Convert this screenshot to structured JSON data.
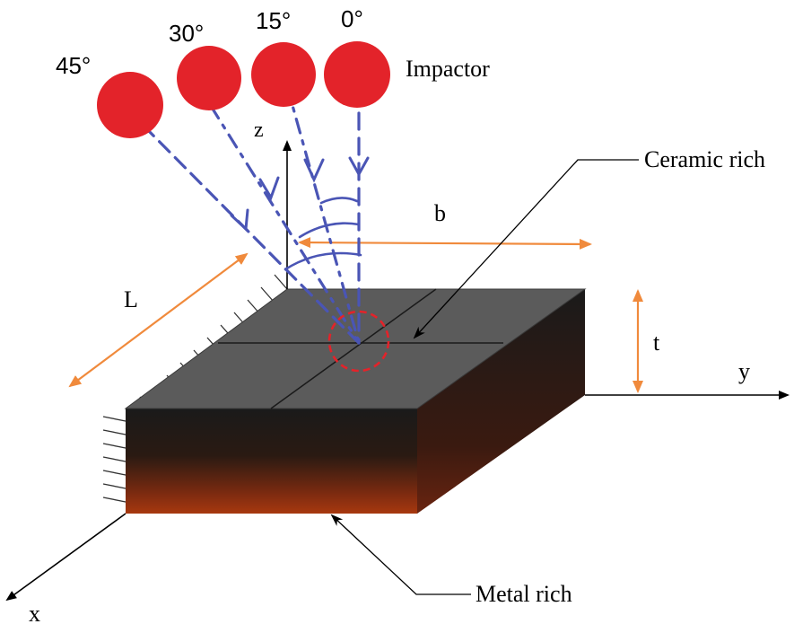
{
  "angles": [
    {
      "label": "45°",
      "degrees": 45
    },
    {
      "label": "30°",
      "degrees": 30
    },
    {
      "label": "15°",
      "degrees": 15
    },
    {
      "label": "0°",
      "degrees": 0
    }
  ],
  "labels": {
    "impactor": "Impactor",
    "ceramic": "Ceramic rich",
    "metal": "Metal rich",
    "dim_b": "b",
    "dim_L": "L",
    "dim_t": "t",
    "axis_x": "x",
    "axis_y": "y",
    "axis_z": "z"
  },
  "colors": {
    "impactor": "#e3232a",
    "trajectory": "#4a55b5",
    "dimension": "#f08a3c",
    "plate_top": "#5b5b5b",
    "impact_circle": "#e3232a"
  }
}
